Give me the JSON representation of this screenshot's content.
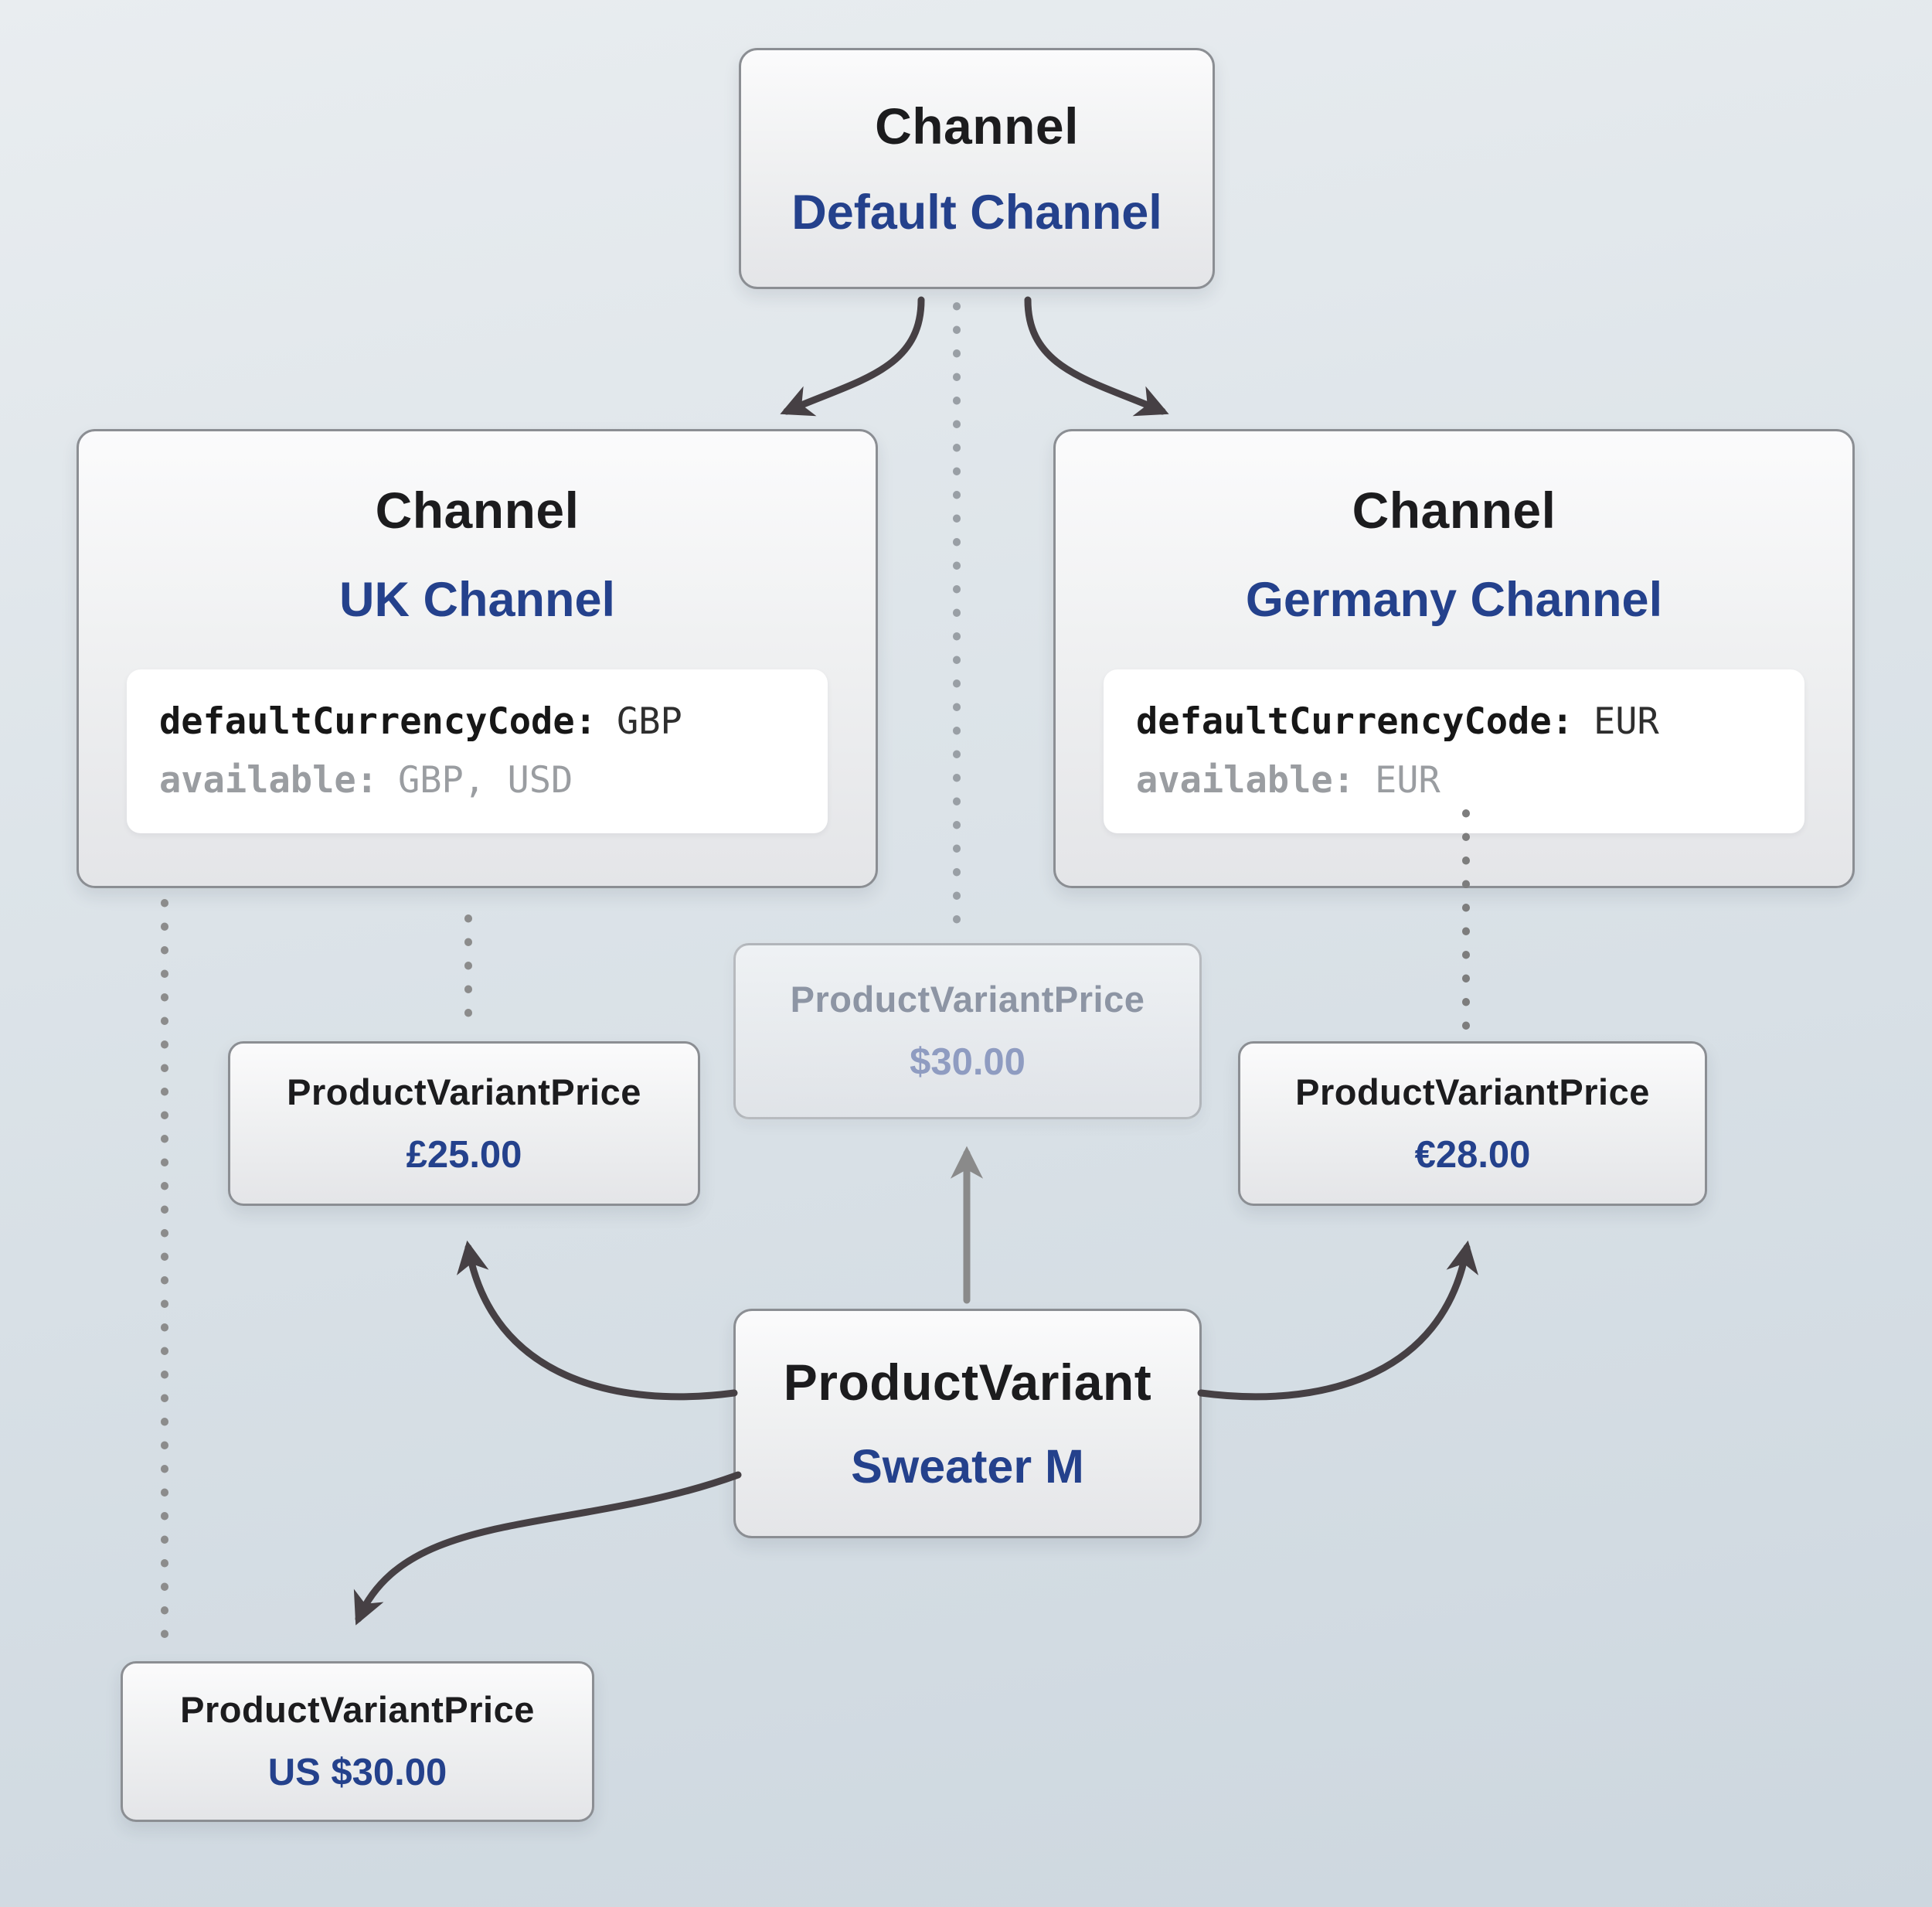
{
  "diagram": {
    "nodes": {
      "default_channel": {
        "type_label": "Channel",
        "name": "Default Channel"
      },
      "uk_channel": {
        "type_label": "Channel",
        "name": "UK Channel",
        "code": {
          "line1_key": "defaultCurrencyCode:",
          "line1_value": "GBP",
          "line2_key": "available:",
          "line2_value": "GBP, USD"
        }
      },
      "germany_channel": {
        "type_label": "Channel",
        "name": "Germany Channel",
        "code": {
          "line1_key": "defaultCurrencyCode:",
          "line1_value": "EUR",
          "line2_key": "available:",
          "line2_value": "EUR"
        }
      },
      "default_price": {
        "type_label": "ProductVariantPrice",
        "value": "$30.00"
      },
      "uk_price": {
        "type_label": "ProductVariantPrice",
        "value": "£25.00"
      },
      "germany_price": {
        "type_label": "ProductVariantPrice",
        "value": "€28.00"
      },
      "us_price": {
        "type_label": "ProductVariantPrice",
        "value": "US $30.00"
      },
      "product_variant": {
        "type_label": "ProductVariant",
        "name": "Sweater M"
      }
    },
    "edges": [
      {
        "from": "default_channel",
        "to": "uk_channel",
        "style": "arrow-dark"
      },
      {
        "from": "default_channel",
        "to": "germany_channel",
        "style": "arrow-dark"
      },
      {
        "from": "default_channel",
        "to": "default_price",
        "style": "dotted"
      },
      {
        "from": "uk_channel",
        "to": "uk_price",
        "style": "dotted"
      },
      {
        "from": "uk_channel",
        "to": "us_price",
        "style": "dotted"
      },
      {
        "from": "germany_channel",
        "to": "germany_price",
        "style": "dotted"
      },
      {
        "from": "product_variant",
        "to": "default_price",
        "style": "arrow-gray"
      },
      {
        "from": "product_variant",
        "to": "uk_price",
        "style": "arrow-dark"
      },
      {
        "from": "product_variant",
        "to": "germany_price",
        "style": "arrow-dark"
      },
      {
        "from": "product_variant",
        "to": "us_price",
        "style": "arrow-dark"
      }
    ],
    "colors": {
      "accent_blue": "#24418c",
      "muted_gray": "#9a9da1",
      "arrow_dark": "#464044",
      "arrow_gray": "#8a8a8a",
      "dot_gray": "#8c8c8c"
    }
  }
}
